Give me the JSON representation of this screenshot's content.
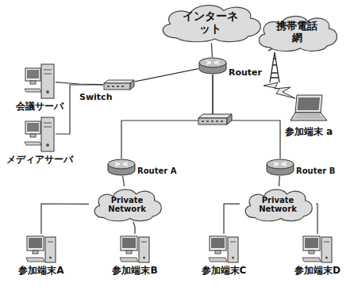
{
  "diagram": {
    "nodes": [
      {
        "text": [
          "インターネット"
        ]
      },
      {
        "text": [
          "携帯電話網"
        ]
      },
      {
        "text": [
          "会議サーバ"
        ]
      },
      {
        "text": [
          "メディアサーバ"
        ]
      },
      {
        "text": [
          "Switch"
        ]
      },
      {
        "text": [
          "Router"
        ]
      },
      {
        "text": [
          "Router A"
        ]
      },
      {
        "text": [
          "Router B"
        ]
      },
      {
        "text": [
          "Private Network"
        ]
      },
      {
        "text": [
          "Private Network"
        ]
      },
      {
        "text": [
          "参加端末A"
        ]
      },
      {
        "text": [
          "参加端末B"
        ]
      },
      {
        "text": [
          "参加端末C"
        ]
      },
      {
        "text": [
          "参加端末D"
        ]
      },
      {
        "text": [
          "参加端末 a"
        ]
      }
    ],
    "edges": [
      {
        "from": 0,
        "to": 5,
        "arrow": "none"
      },
      {
        "from": 5,
        "to": 4,
        "arrow": "none"
      },
      {
        "from": 4,
        "to": 2,
        "arrow": "none"
      },
      {
        "from": 4,
        "to": 3,
        "arrow": "none"
      },
      {
        "from": 5,
        "to": 6,
        "arrow": "none"
      },
      {
        "from": 5,
        "to": 7,
        "arrow": "none"
      },
      {
        "from": 6,
        "to": 8,
        "arrow": "none"
      },
      {
        "from": 7,
        "to": 9,
        "arrow": "none"
      },
      {
        "from": 8,
        "to": 10,
        "arrow": "none"
      },
      {
        "from": 8,
        "to": 11,
        "arrow": "none"
      },
      {
        "from": 9,
        "to": 12,
        "arrow": "none"
      },
      {
        "from": 9,
        "to": 13,
        "arrow": "none"
      }
    ]
  }
}
